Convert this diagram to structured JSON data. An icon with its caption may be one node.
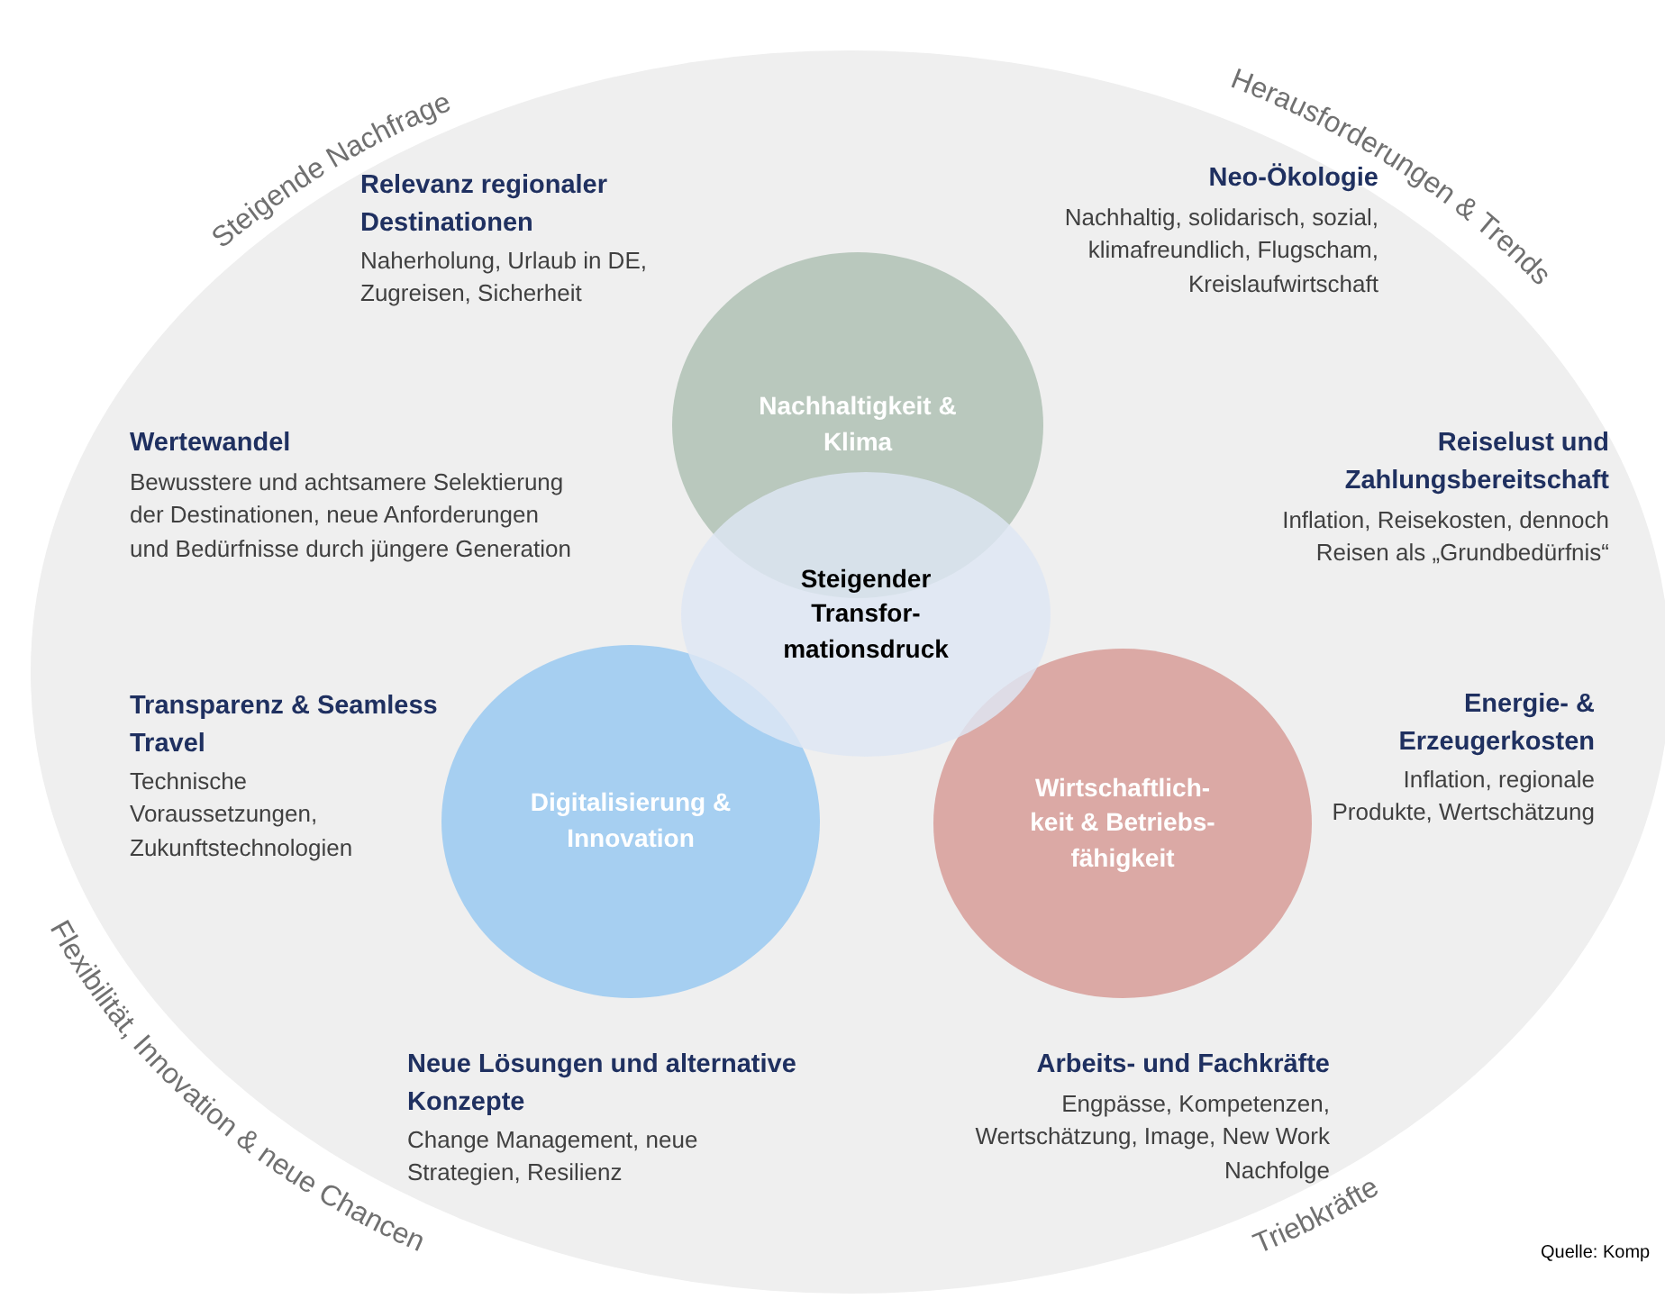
{
  "diagram": {
    "nodes": [
      {
        "text": [
          "Nachhaltigkeit & Klima"
        ]
      },
      {
        "text": [
          "Steigender Transfor- mationsdruck"
        ]
      },
      {
        "text": [
          "Digitalisierung & Innovation"
        ]
      },
      {
        "text": [
          "Wirtschaftlich- keit & Betriebs- fähigkeit"
        ]
      }
    ],
    "labels": [
      "Steigende Nachfrage",
      "Herausforderungen & Trends",
      "Relevanz regionaler Destinationen",
      "Naherholung, Urlaub in DE, Zugreisen, Sicherheit",
      "Neo-Ökologie",
      "Nachhaltig, solidarisch, sozial, klimafreundlich, Flugscham, Kreislaufwirtschaft",
      "Wertewandel",
      "Bewusstere und achtsamere Selektierung der Destinationen, neue Anforderungen und Bedürfnisse durch jüngere Generation",
      "Reiselust und Zahlungsbereitschaft",
      "Inflation, Reisekosten, dennoch Reisen als „Grundbedürfnis“",
      "Transparenz & Seamless Travel",
      "Technische Voraussetzungen, Zukunftstechnologien",
      "Energie- & Erzeugerkosten",
      "Inflation, regionale Produkte, Wertschätzung",
      "Neue Lösungen und alternative Konzepte",
      "Change Management, neue Strategien, Resilienz",
      "Arbeits- und Fachkräfte",
      "Engpässe, Kompetenzen, Wertschätzung, Image, New Work Nachfolge",
      "Flexibilität, Innovation & neue Chancen",
      "Triebkräfte",
      "Quelle: Komp"
    ]
  }
}
